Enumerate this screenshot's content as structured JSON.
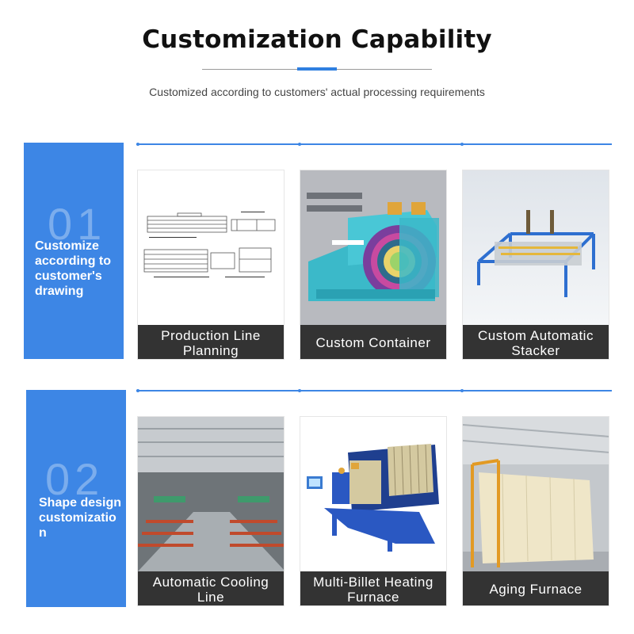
{
  "header": {
    "title": "Customization Capability",
    "subtitle": "Customized according to customers' actual processing requirements"
  },
  "sections": [
    {
      "number": "01",
      "label": "Customize according to customer's drawing",
      "cards": [
        {
          "caption": "Production Line Planning",
          "image": "line-planning-drawing"
        },
        {
          "caption": "Custom Container",
          "image": "container-cad-model"
        },
        {
          "caption": "Custom Automatic Stacker",
          "image": "stacker-cad-model"
        }
      ]
    },
    {
      "number": "02",
      "label": "Shape design customization",
      "cards": [
        {
          "caption": "Automatic Cooling Line",
          "image": "factory-cooling-line-photo"
        },
        {
          "caption": "Multi-Billet Heating Furnace",
          "image": "heating-furnace-photo"
        },
        {
          "caption": "Aging Furnace",
          "image": "aging-furnace-photo"
        }
      ]
    }
  ],
  "colors": {
    "accent": "#3d86e5",
    "caption_bg": "#333333",
    "title": "#111111"
  }
}
